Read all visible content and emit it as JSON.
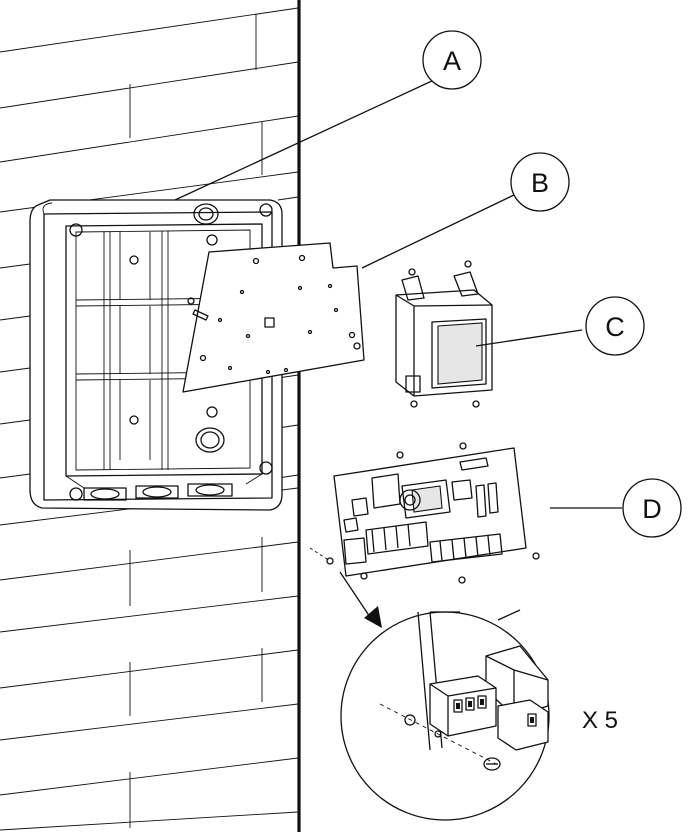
{
  "callouts": {
    "a": "A",
    "b": "B",
    "c": "C",
    "d": "D"
  },
  "detail": {
    "quantity": "X 5"
  },
  "colors": {
    "line": "#111111",
    "background": "#ffffff"
  }
}
